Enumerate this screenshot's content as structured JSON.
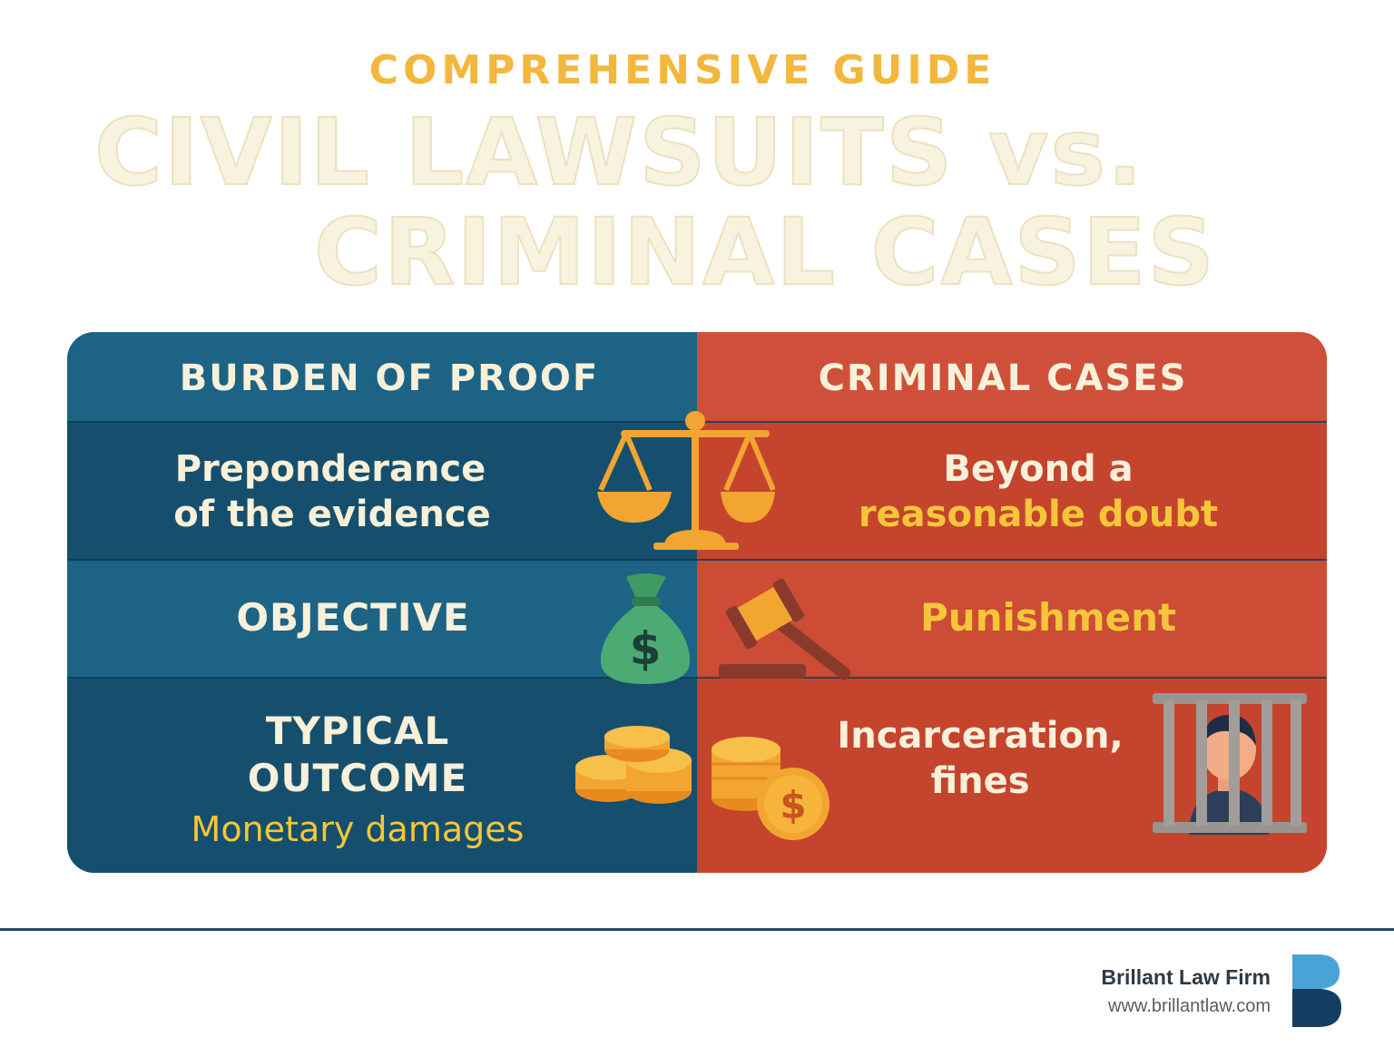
{
  "header": {
    "kicker": "COMPREHENSIVE GUIDE",
    "title_line1": "CIVIL LAWSUITS vs.",
    "title_line2": "CRIMINAL CASES"
  },
  "comparison": {
    "left_header": "BURDEN OF PROOF",
    "right_header": "CRIMINAL CASES",
    "rows": [
      {
        "left_lines": [
          "Preponderance",
          "of the evidence"
        ],
        "right_lines": [
          "Beyond a",
          "reasonable doubt"
        ]
      },
      {
        "left_lines": [
          "OBJECTIVE"
        ],
        "right_lines": [
          "Punishment"
        ]
      },
      {
        "left_lines": [
          "TYPICAL",
          "OUTCOME"
        ],
        "left_value": "Monetary damages",
        "right_lines": [
          "Incarceration,",
          "fines"
        ]
      }
    ]
  },
  "icons": [
    "scales-of-justice-icon",
    "money-bag-icon",
    "gavel-icon",
    "coin-stack-icon",
    "coins-dollar-icon",
    "jail-bars-icon"
  ],
  "colors": {
    "civil_blue": "#1a5f80",
    "criminal_red": "#c9482f",
    "accent_gold": "#f6c63a",
    "cream_text": "#f8f0d8"
  },
  "footer": {
    "firm_name": "Brillant Law Firm",
    "website": "www.brillantlaw.com"
  }
}
